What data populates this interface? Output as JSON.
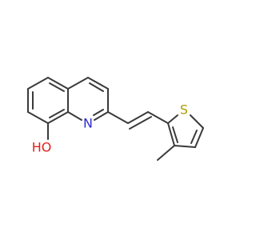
{
  "molecule": {
    "atoms": {
      "N": {
        "label": "N",
        "color": "#2b2bd4"
      },
      "S": {
        "label": "S",
        "color": "#b29a00"
      },
      "O": {
        "label": "HO",
        "color": "#e0201b"
      }
    }
  }
}
